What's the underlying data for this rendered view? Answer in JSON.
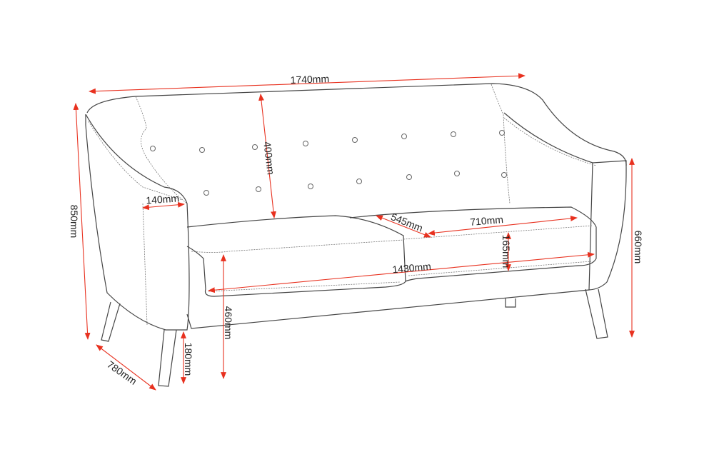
{
  "colors": {
    "dimension": "#e8311f",
    "outline": "#444444"
  },
  "dimensions": {
    "overall_width": "1740mm",
    "overall_height": "850mm",
    "back_height": "400mm",
    "arm_width": "140mm",
    "seat_depth": "545mm",
    "cushion_width": "710mm",
    "cushion_height": "165mm",
    "seat_width": "1430mm",
    "arm_height": "660mm",
    "seat_height": "460mm",
    "leg_height": "180mm",
    "overall_depth": "780mm"
  }
}
